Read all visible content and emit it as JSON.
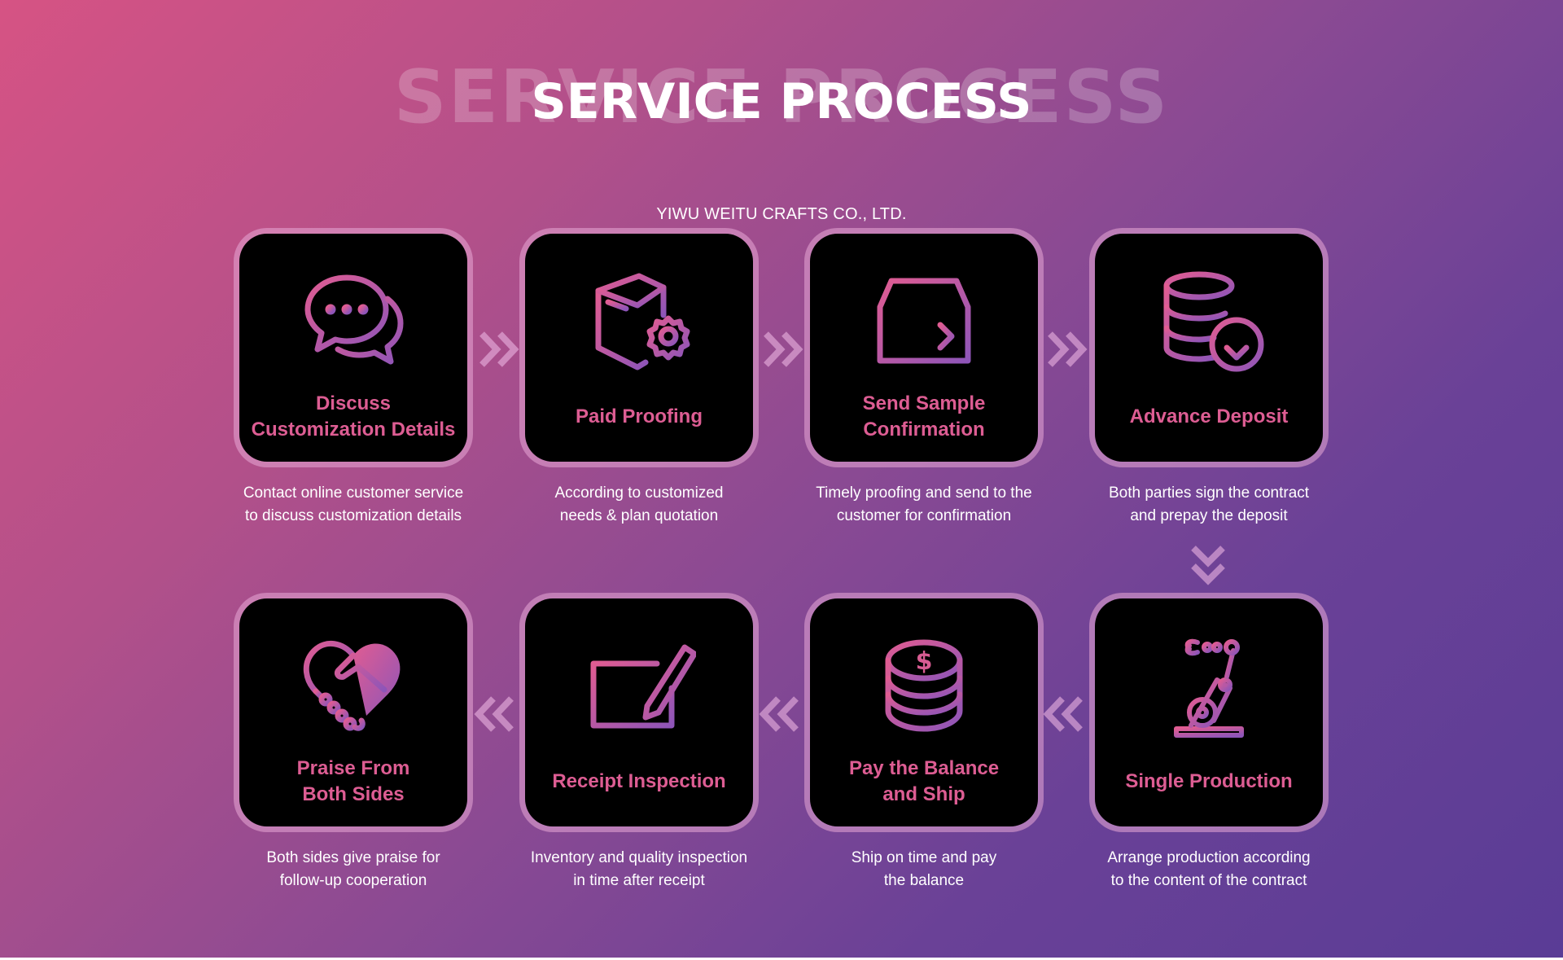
{
  "header": {
    "title_ghost": "SERVICE PROCESS",
    "title": "SERVICE PROCESS",
    "subtitle": "YIWU WEITU CRAFTS CO., LTD."
  },
  "colors": {
    "accent": "#dd5d93",
    "icon_gradient_start": "#dd5d93",
    "icon_gradient_end": "#8e55b8",
    "card_bg": "#000000"
  },
  "steps": [
    {
      "label": "Discuss\nCustomization Details",
      "desc": "Contact online customer service\nto discuss customization details",
      "icon": "chat-bubbles-icon"
    },
    {
      "label": "Paid Proofing",
      "desc": "According to customized\nneeds & plan quotation",
      "icon": "box-gear-icon"
    },
    {
      "label": "Send Sample\nConfirmation",
      "desc": "Timely proofing and send to the\ncustomer for confirmation",
      "icon": "inbox-arrow-icon"
    },
    {
      "label": "Advance Deposit",
      "desc": "Both parties sign the contract\nand prepay the deposit",
      "icon": "database-download-icon"
    },
    {
      "label": "Single Production",
      "desc": "Arrange production according\nto the content of the contract",
      "icon": "robot-arm-icon"
    },
    {
      "label": "Pay the Balance\nand Ship",
      "desc": "Ship on time and pay\nthe balance",
      "icon": "coins-dollar-icon"
    },
    {
      "label": "Receipt Inspection",
      "desc": "Inventory and quality inspection\nin time after receipt",
      "icon": "sign-pen-icon"
    },
    {
      "label": "Praise From\nBoth Sides",
      "desc": "Both sides give praise for\nfollow-up cooperation",
      "icon": "heart-handshake-icon"
    }
  ]
}
